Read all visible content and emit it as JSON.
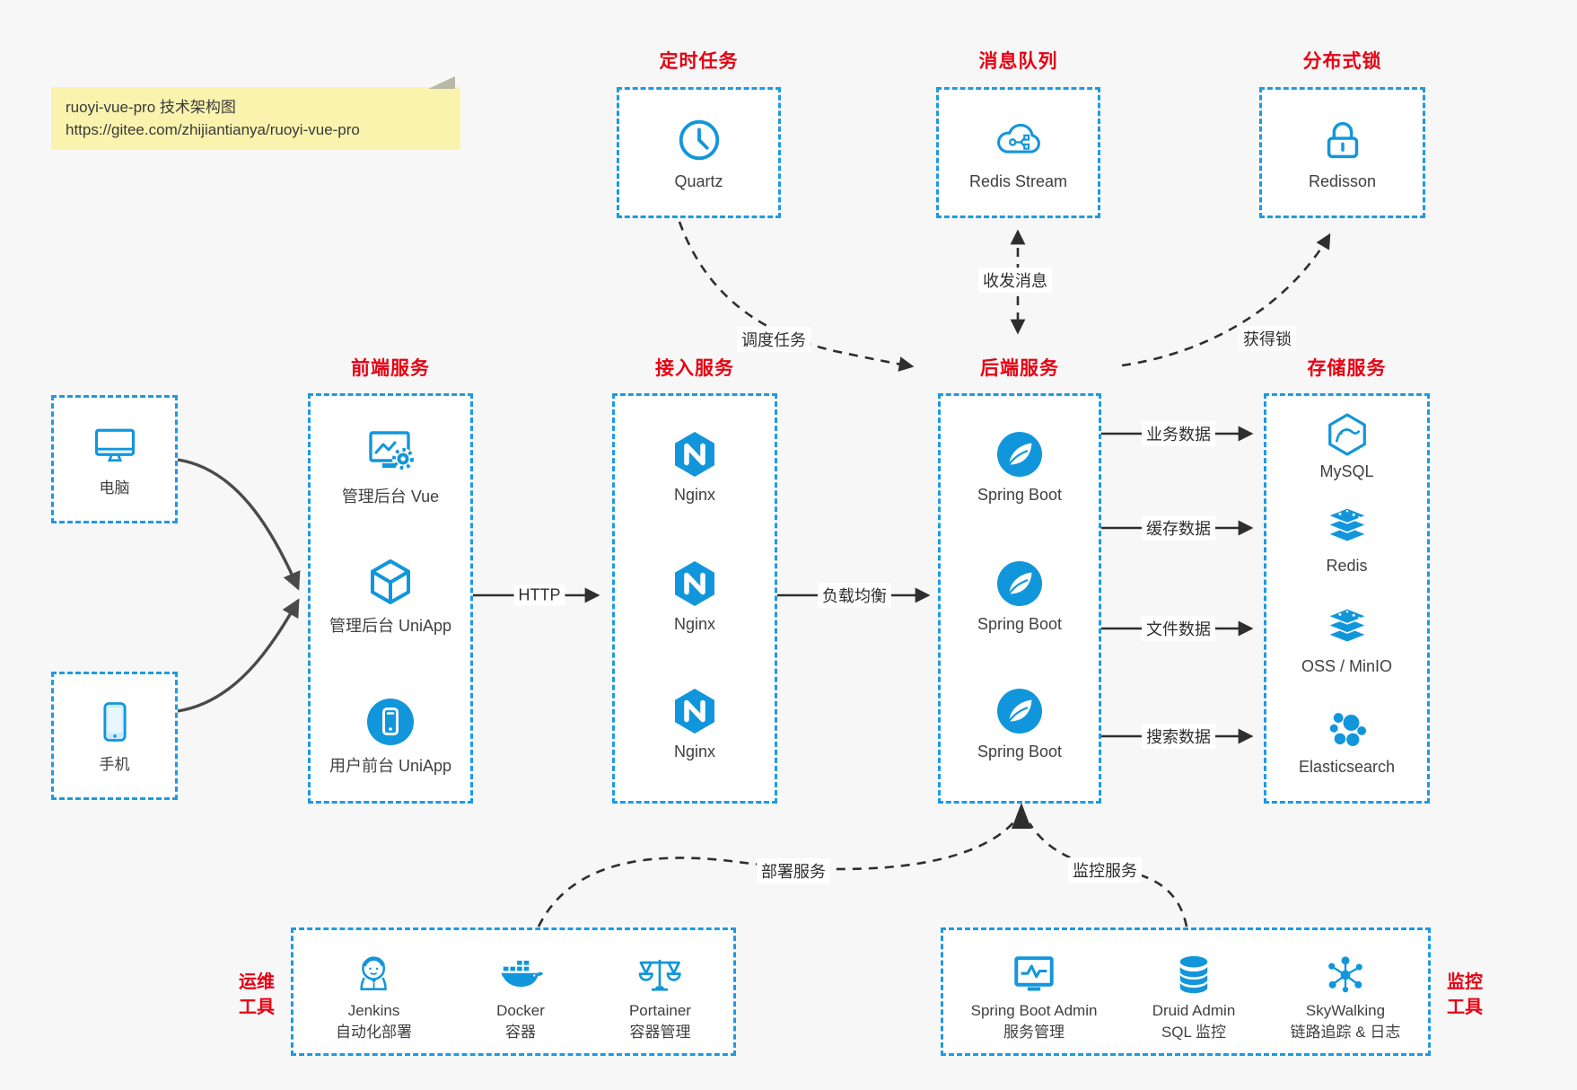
{
  "note": {
    "line1": "ruoyi-vue-pro 技术架构图",
    "line2": "https://gitee.com/zhijiantianya/ruoyi-vue-pro"
  },
  "colors": {
    "accent_blue": "#1296db",
    "title_red": "#e60012",
    "arrow_dark": "#2e2e2e",
    "note_bg": "#faf3ad",
    "canvas_bg": "#f7f7f7"
  },
  "top_groups": {
    "scheduled_task": {
      "title": "定时任务",
      "item": {
        "label": "Quartz",
        "icon": "clock-icon"
      }
    },
    "message_queue": {
      "title": "消息队列",
      "item": {
        "label": "Redis Stream",
        "icon": "cloud-network-icon"
      }
    },
    "distributed_lock": {
      "title": "分布式锁",
      "item": {
        "label": "Redisson",
        "icon": "lock-icon"
      }
    }
  },
  "clients": {
    "pc": {
      "label": "电脑"
    },
    "mobile": {
      "label": "手机"
    }
  },
  "groups": {
    "frontend": {
      "title": "前端服务",
      "items": [
        {
          "label": "管理后台 Vue",
          "icon": "admin-vue-icon"
        },
        {
          "label": "管理后台 UniApp",
          "icon": "uniapp-cube-icon"
        },
        {
          "label": "用户前台 UniApp",
          "icon": "user-app-icon"
        }
      ]
    },
    "gateway": {
      "title": "接入服务",
      "items": [
        {
          "label": "Nginx",
          "icon": "nginx-icon"
        },
        {
          "label": "Nginx",
          "icon": "nginx-icon"
        },
        {
          "label": "Nginx",
          "icon": "nginx-icon"
        }
      ]
    },
    "backend": {
      "title": "后端服务",
      "items": [
        {
          "label": "Spring Boot",
          "icon": "spring-icon"
        },
        {
          "label": "Spring Boot",
          "icon": "spring-icon"
        },
        {
          "label": "Spring Boot",
          "icon": "spring-icon"
        }
      ]
    },
    "storage": {
      "title": "存储服务",
      "items": [
        {
          "label": "MySQL",
          "icon": "mysql-icon"
        },
        {
          "label": "Redis",
          "icon": "redis-stack-icon"
        },
        {
          "label": "OSS / MinIO",
          "icon": "oss-stack-icon"
        },
        {
          "label": "Elasticsearch",
          "icon": "elasticsearch-icon"
        }
      ]
    }
  },
  "bottom_groups": {
    "devops": {
      "title_line1": "运维",
      "title_line2": "工具",
      "items": [
        {
          "label": "Jenkins",
          "sublabel": "自动化部署",
          "icon": "jenkins-icon"
        },
        {
          "label": "Docker",
          "sublabel": "容器",
          "icon": "docker-icon"
        },
        {
          "label": "Portainer",
          "sublabel": "容器管理",
          "icon": "portainer-icon"
        }
      ]
    },
    "monitor": {
      "title_line1": "监控",
      "title_line2": "工具",
      "items": [
        {
          "label": "Spring Boot Admin",
          "sublabel": "服务管理",
          "icon": "monitor-pulse-icon"
        },
        {
          "label": "Druid Admin",
          "sublabel": "SQL 监控",
          "icon": "database-icon"
        },
        {
          "label": "SkyWalking",
          "sublabel": "链路追踪 & 日志",
          "icon": "network-nodes-icon"
        }
      ]
    }
  },
  "edges": {
    "http": "HTTP",
    "load_balance": "负载均衡",
    "dispatch_task": "调度任务",
    "send_receive_message": "收发消息",
    "acquire_lock": "获得锁",
    "business_data": "业务数据",
    "cache_data": "缓存数据",
    "file_data": "文件数据",
    "search_data": "搜索数据",
    "deploy_service": "部署服务",
    "monitor_service": "监控服务"
  }
}
